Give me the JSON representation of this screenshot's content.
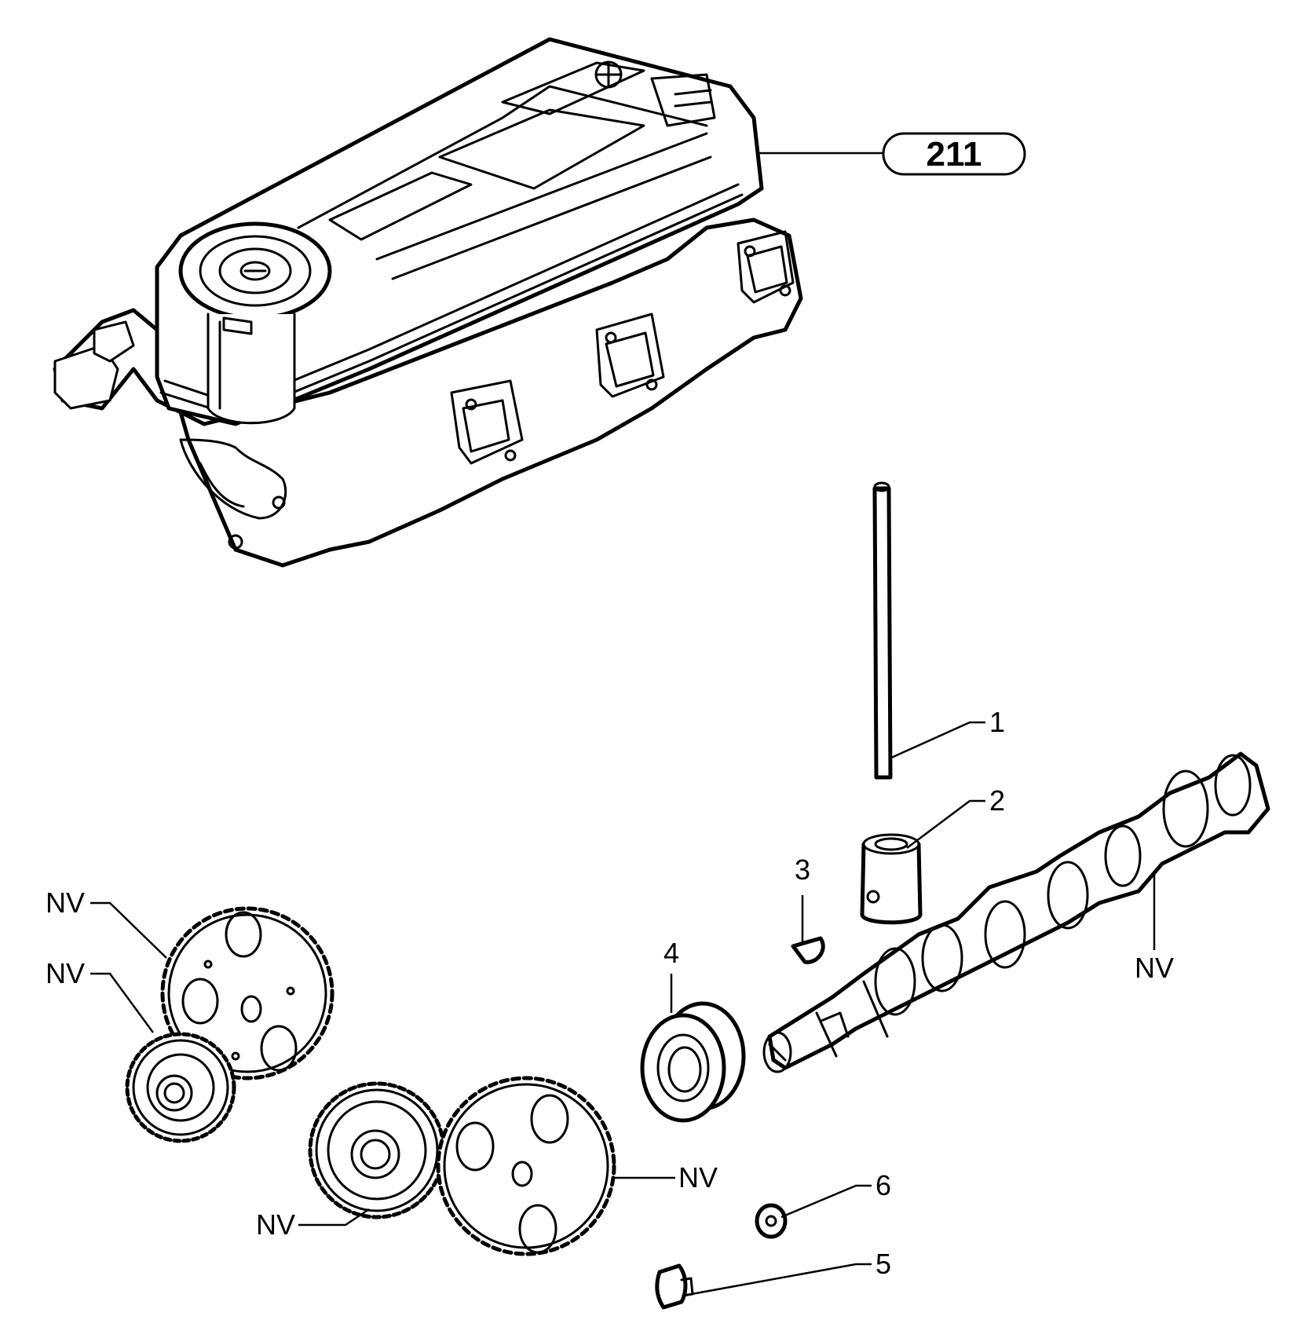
{
  "callouts": {
    "assembly_ref": "211",
    "part_1": "1",
    "part_2": "2",
    "part_3": "3",
    "part_4": "4",
    "part_5": "5",
    "part_6": "6",
    "nv_gear_large_top": "NV",
    "nv_gear_small_left": "NV",
    "nv_gear_idler": "NV",
    "nv_gear_right": "NV",
    "nv_camshaft": "NV"
  },
  "colors": {
    "line": "#000000",
    "background": "#ffffff"
  }
}
